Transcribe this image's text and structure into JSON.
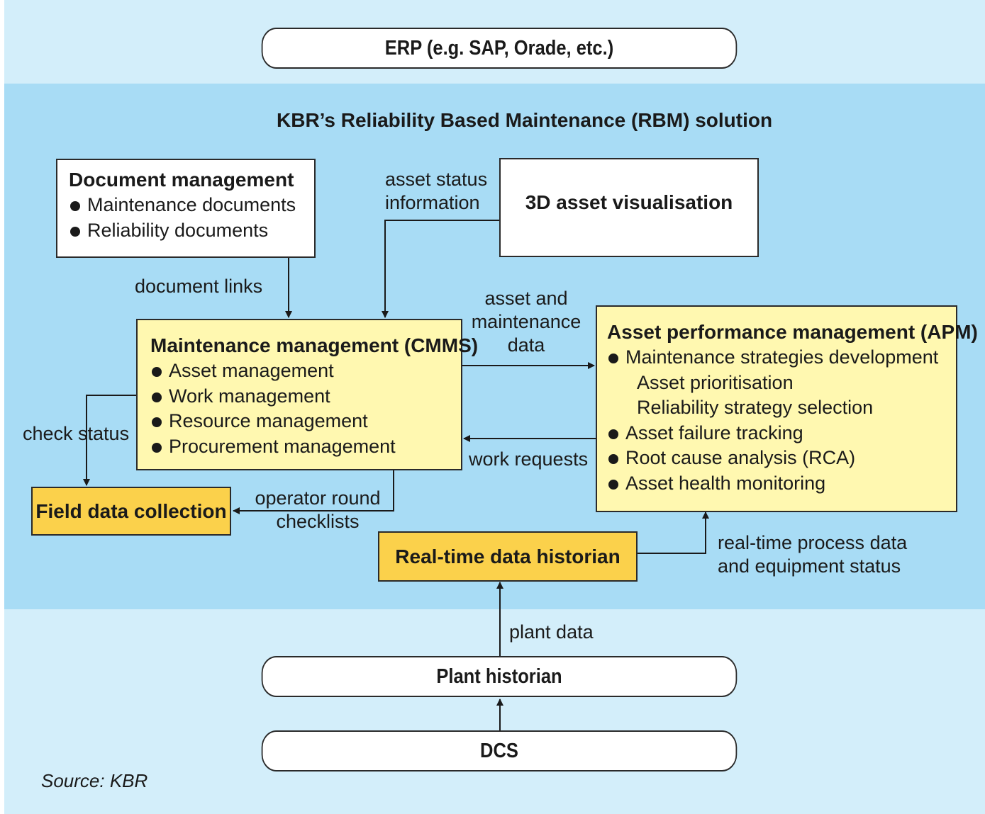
{
  "erp": "ERP (e.g. SAP, Orade, etc.)",
  "rbm_title": "KBR’s Reliability Based Maintenance (RBM) solution",
  "doc_mgmt": {
    "title": "Document management",
    "items": [
      "Maintenance documents",
      "Reliability documents"
    ]
  },
  "visualisation": "3D asset visualisation",
  "cmms": {
    "title": "Maintenance management (CMMS)",
    "items": [
      "Asset management",
      "Work management",
      "Resource management",
      "Procurement management"
    ]
  },
  "apm": {
    "title": "Asset performance management (APM)",
    "items": [
      {
        "text": "Maintenance strategies development",
        "bullet": true
      },
      {
        "text": "Asset prioritisation",
        "bullet": false
      },
      {
        "text": "Reliability strategy selection",
        "bullet": false
      },
      {
        "text": "Asset failure tracking",
        "bullet": true
      },
      {
        "text": "Root cause analysis (RCA)",
        "bullet": true
      },
      {
        "text": "Asset health monitoring",
        "bullet": true
      }
    ]
  },
  "field_data": "Field data collection",
  "historian_rt": "Real-time data historian",
  "plant_historian": "Plant historian",
  "dcs": "DCS",
  "labels": {
    "asset_status_1": "asset status",
    "asset_status_2": "information",
    "document_links": "document links",
    "asset_maint_1": "asset and",
    "asset_maint_2": "maintenance",
    "asset_maint_3": "data",
    "work_requests": "work requests",
    "check_status": "check status",
    "operator_1": "operator round",
    "operator_2": "checklists",
    "realtime_1": "real-time process data",
    "realtime_2": "and equipment status",
    "plant_data": "plant data"
  },
  "source": "Source: KBR"
}
